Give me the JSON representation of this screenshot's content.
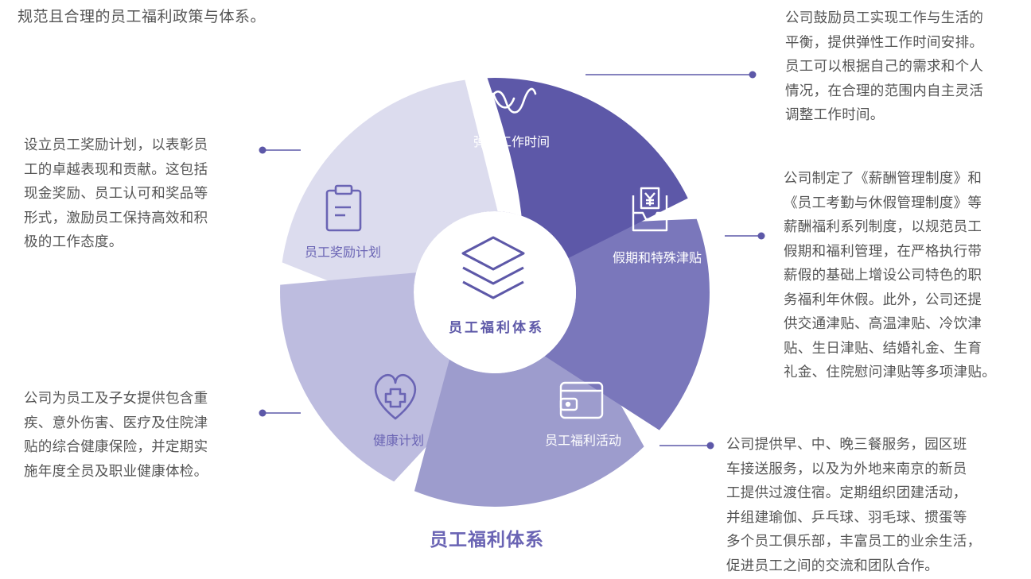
{
  "intro_text": "规范且合理的员工福利政策与体系。",
  "colors": {
    "seg_flex": "#5d58a8",
    "seg_leave": "#7a77bb",
    "seg_activities": "#9d9ccd",
    "seg_health": "#bdbcdf",
    "seg_reward": "#dcdcee",
    "text_dark_label": "#6a64b4",
    "connector": "#5d58a8"
  },
  "center": {
    "title": "员工福利体系",
    "icon": "layers-icon"
  },
  "segments": [
    {
      "id": "flex",
      "label": "弹性工作时间",
      "icon": "wave-icon"
    },
    {
      "id": "leave",
      "label": "假期和特殊津贴",
      "icon": "yen-tray-icon"
    },
    {
      "id": "activities",
      "label": "员工福利活动",
      "icon": "wallet-icon"
    },
    {
      "id": "health",
      "label": "健康计划",
      "icon": "heart-plus-icon"
    },
    {
      "id": "reward",
      "label": "员工奖励计划",
      "icon": "clipboard-icon"
    }
  ],
  "descriptions": {
    "flex": "公司鼓励员工实现工作与生活的\n平衡，提供弹性工作时间安排。\n员工可以根据自己的需求和个人\n情况，在合理的范围内自主灵活\n调整工作时间。",
    "reward": "设立员工奖励计划，以表彰员\n工的卓越表现和贡献。这包括\n现金奖励、员工认可和奖品等\n形式，激励员工保持高效和积\n极的工作态度。",
    "leave": "公司制定了《薪酬管理制度》和\n《员工考勤与休假管理制度》等\n薪酬福利系列制度，以规范员工\n假期和福利管理，在严格执行带\n薪假的基础上增设公司特色的职\n务福利年休假。此外，公司还提\n供交通津贴、高温津贴、冷饮津\n贴、生日津贴、结婚礼金、生育\n礼金、住院慰问津贴等多项津贴。",
    "health": "公司为员工及子女提供包含重\n疾、意外伤害、医疗及住院津\n贴的综合健康保险，并定期实\n施年度全员及职业健康体检。",
    "activities": "公司提供早、中、晚三餐服务，园区班\n车接送服务，以及为外地来南京的新员\n工提供过渡住宿。定期组织团建活动，\n并组建瑜伽、乒乓球、羽毛球、掼蛋等\n多个员工俱乐部，丰富员工的业余生活，\n促进员工之间的交流和团队合作。"
  },
  "bottom_title": "员工福利体系"
}
